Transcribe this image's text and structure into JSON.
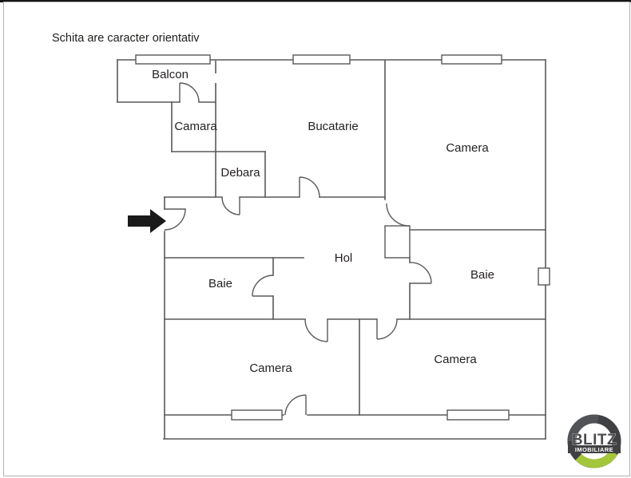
{
  "title": "Schita are caracter orientativ",
  "rooms": {
    "balcon": "Balcon",
    "camara": "Camara",
    "bucatarie": "Bucatarie",
    "camera_top_right": "Camera",
    "debara": "Debara",
    "hol": "Hol",
    "baie_left": "Baie",
    "baie_right": "Baie",
    "camera_bottom_left": "Camera",
    "camera_bottom_right": "Camera"
  },
  "logo": {
    "brand": "BLITZ",
    "tagline": "IMOBILIARE"
  },
  "colors": {
    "wall": "#58595b",
    "text": "#231f20",
    "arrow": "#1a1a1a",
    "logo_ring": "#414042",
    "logo_accent": "#a4c63a"
  }
}
